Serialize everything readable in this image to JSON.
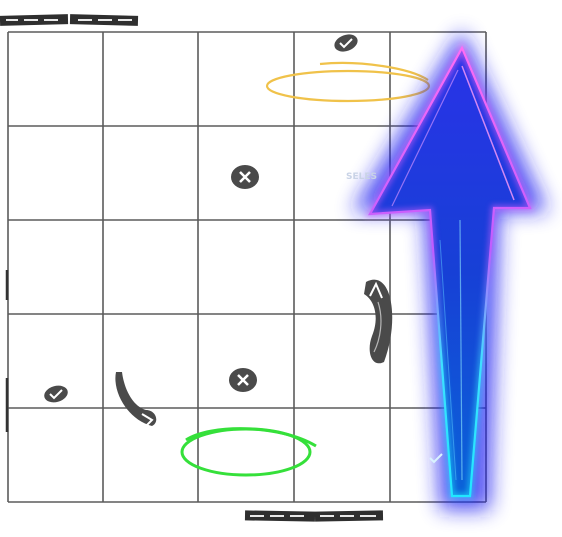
{
  "grid": {
    "columns": 5,
    "rows": 5,
    "line_color": "#5b5b5b"
  },
  "colors": {
    "marker": "#4a4a4a",
    "yellow_oval": "#f0c24a",
    "green_oval": "#35e03a",
    "arrow_blue": "#1f2fd8",
    "arrow_glow": "#2a38ff",
    "arrow_edge_pink": "#e85bff",
    "arrow_edge_cyan": "#38e6ff"
  },
  "icons": [
    "check-mark-icon",
    "x-circle-icon",
    "curved-up-arrow-icon",
    "curved-down-arrow-icon",
    "glowing-up-arrow-icon"
  ],
  "watermark": {
    "text": "SELES"
  }
}
